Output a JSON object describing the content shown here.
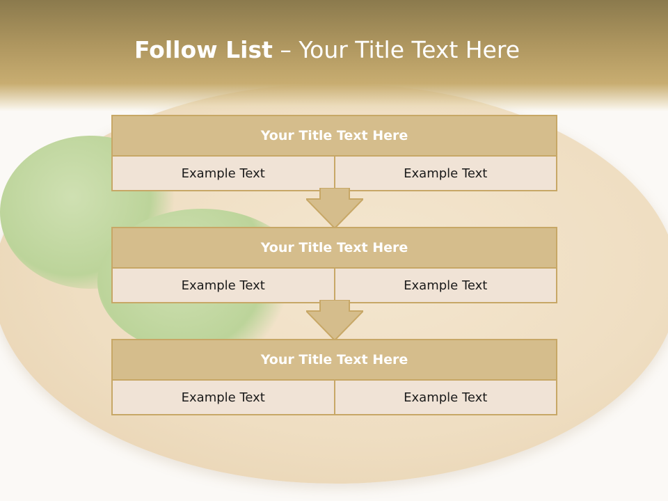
{
  "title": {
    "bold": "Follow List",
    "rest": "– Your Title Text Here"
  },
  "blocks": [
    {
      "title": "Your Title Text Here",
      "left": "Example Text",
      "right": "Example Text"
    },
    {
      "title": "Your Title Text Here",
      "left": "Example Text",
      "right": "Example Text"
    },
    {
      "title": "Your Title Text Here",
      "left": "Example Text",
      "right": "Example Text"
    }
  ],
  "colors": {
    "header": "#ae965f",
    "block_title": "#d5bd8c",
    "block_cell": "#f0e3d6",
    "border": "#c7a766",
    "arrow": "#d5bd8c"
  },
  "icons": [
    "down-arrow-icon"
  ]
}
